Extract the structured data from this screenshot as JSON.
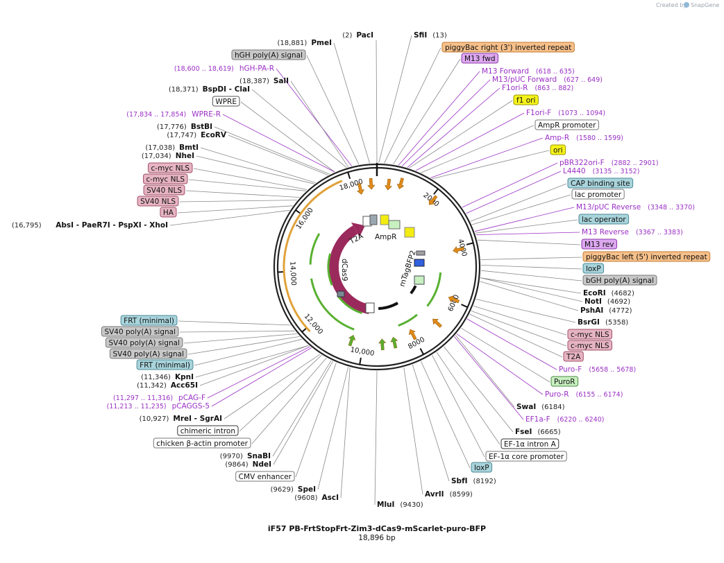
{
  "watermark": {
    "prefix": "Created by",
    "brand": "SnapGene",
    "icon": "snapgene-logo-icon"
  },
  "plasmid": {
    "name": "iF57 PB-FrtStopFrt-Zim3-dCas9-mScarlet-puro-BFP",
    "length_label": "18,896 bp"
  },
  "colors": {
    "enzyme": "#111111",
    "primer": "#9a2fc4",
    "backbone": "#222222",
    "leader": "#888888"
  },
  "ruler_ticks": [
    "2000",
    "4000",
    "6000",
    "8000",
    "10,000",
    "12,000",
    "14,000",
    "16,000",
    "18,000"
  ],
  "inner_labels": [
    "T2A",
    "AmpR",
    "dCas9",
    "mTagBFP2"
  ],
  "left_labels": [
    {
      "kind": "enzyme",
      "pos": "(18,881)",
      "name": "PmeI"
    },
    {
      "kind": "feature",
      "name": "hGH poly(A) signal",
      "fill": "#c8c8c8",
      "stroke": "#777777"
    },
    {
      "kind": "primer",
      "pos": "(18,600 .. 18,619)",
      "name": "hGH-PA-R"
    },
    {
      "kind": "enzyme",
      "pos": "(18,387)",
      "name": "SalI"
    },
    {
      "kind": "enzyme",
      "pos": "(18,371)",
      "name": "BspDI",
      "extra": "- ClaI"
    },
    {
      "kind": "feature",
      "name": "WPRE",
      "fill": "#ffffff",
      "stroke": "#555555"
    },
    {
      "kind": "primer",
      "pos": "(17,834 .. 17,854)",
      "name": "WPRE-R"
    },
    {
      "kind": "enzyme",
      "pos": "(17,776)",
      "name": "BstBI"
    },
    {
      "kind": "enzyme",
      "pos": "(17,747)",
      "name": "EcoRV"
    },
    {
      "kind": "enzyme",
      "pos": "(17,038)",
      "name": "BmtI"
    },
    {
      "kind": "enzyme",
      "pos": "(17,034)",
      "name": "NheI"
    },
    {
      "kind": "feature",
      "name": "c-myc NLS",
      "fill": "#e6b4c3",
      "stroke": "#a0506a"
    },
    {
      "kind": "feature",
      "name": "c-myc NLS",
      "fill": "#e6b4c3",
      "stroke": "#a0506a"
    },
    {
      "kind": "feature",
      "name": "SV40 NLS",
      "fill": "#e6b4c3",
      "stroke": "#a0506a"
    },
    {
      "kind": "feature",
      "name": "SV40 NLS",
      "fill": "#e6b4c3",
      "stroke": "#a0506a"
    },
    {
      "kind": "feature",
      "name": "HA",
      "fill": "#e6b4c3",
      "stroke": "#a0506a"
    },
    {
      "kind": "enzyme",
      "pos": "(16,795)",
      "name": "AbsI",
      "extra": "- PaeR7I   - PspXI   - XhoI"
    },
    {
      "kind": "feature",
      "name": "FRT (minimal)",
      "fill": "#a9d4dc",
      "stroke": "#4a8a96"
    },
    {
      "kind": "feature",
      "name": "SV40 poly(A) signal",
      "fill": "#c8c8c8",
      "stroke": "#777777"
    },
    {
      "kind": "feature",
      "name": "SV40 poly(A) signal",
      "fill": "#c8c8c8",
      "stroke": "#777777"
    },
    {
      "kind": "feature",
      "name": "SV40 poly(A) signal",
      "fill": "#c8c8c8",
      "stroke": "#777777"
    },
    {
      "kind": "feature",
      "name": "FRT (minimal)",
      "fill": "#a9d4dc",
      "stroke": "#4a8a96"
    },
    {
      "kind": "enzyme",
      "pos": "(11,346)",
      "name": "KpnI"
    },
    {
      "kind": "enzyme",
      "pos": "(11,342)",
      "name": "Acc65I"
    },
    {
      "kind": "primer",
      "pos": "(11,297 .. 11,316)",
      "name": "pCAG-F"
    },
    {
      "kind": "primer",
      "pos": "(11,213 .. 11,235)",
      "name": "pCAGGS-5"
    },
    {
      "kind": "enzyme",
      "pos": "(10,927)",
      "name": "MreI",
      "extra": "- SgrAI"
    },
    {
      "kind": "feature",
      "name": "chimeric intron",
      "fill": "#ffffff",
      "stroke": "#333333"
    },
    {
      "kind": "feature",
      "name": "chicken β-actin promoter",
      "fill": "#ffffff",
      "stroke": "#777777"
    },
    {
      "kind": "enzyme",
      "pos": "(9970)",
      "name": "SnaBI"
    },
    {
      "kind": "enzyme",
      "pos": "(9864)",
      "name": "NdeI"
    },
    {
      "kind": "feature",
      "name": "CMV enhancer",
      "fill": "#ffffff",
      "stroke": "#777777"
    },
    {
      "kind": "enzyme",
      "pos": "(9629)",
      "name": "SpeI"
    },
    {
      "kind": "enzyme",
      "pos": "(9608)",
      "name": "AscI"
    }
  ],
  "right_labels": [
    {
      "kind": "enzyme",
      "name": "SfiI",
      "pos": "(13)"
    },
    {
      "kind": "feature",
      "name": "piggyBac right (3') inverted repeat",
      "fill": "#f7c08a",
      "stroke": "#c07a30"
    },
    {
      "kind": "feature",
      "name": "M13 fwd",
      "fill": "#dda8f0",
      "stroke": "#8a3aa8"
    },
    {
      "kind": "primer",
      "name": "M13 Forward",
      "pos": "(618 .. 635)"
    },
    {
      "kind": "primer",
      "name": "M13/pUC Forward",
      "pos": "(627 .. 649)"
    },
    {
      "kind": "primer",
      "name": "F1ori-R",
      "pos": "(863 .. 882)"
    },
    {
      "kind": "feature",
      "name": "f1 ori",
      "fill": "#f5f21a",
      "stroke": "#9a9800"
    },
    {
      "kind": "primer",
      "name": "F1ori-F",
      "pos": "(1073 .. 1094)"
    },
    {
      "kind": "feature",
      "name": "AmpR promoter",
      "fill": "#ffffff",
      "stroke": "#777777"
    },
    {
      "kind": "primer",
      "name": "Amp-R",
      "pos": "(1580 .. 1599)"
    },
    {
      "kind": "feature",
      "name": "ori",
      "fill": "#f5f21a",
      "stroke": "#9a9800"
    },
    {
      "kind": "primer",
      "name": "pBR322ori-F",
      "pos": "(2882 .. 2901)"
    },
    {
      "kind": "primer",
      "name": "L4440",
      "pos": "(3135 .. 3152)"
    },
    {
      "kind": "feature",
      "name": "CAP binding site",
      "fill": "#a9d4dc",
      "stroke": "#4a8a96"
    },
    {
      "kind": "feature",
      "name": "lac promoter",
      "fill": "#ffffff",
      "stroke": "#777777"
    },
    {
      "kind": "primer",
      "name": "M13/pUC Reverse",
      "pos": "(3348 .. 3370)"
    },
    {
      "kind": "feature",
      "name": "lac operator",
      "fill": "#a9d4dc",
      "stroke": "#4a8a96"
    },
    {
      "kind": "primer",
      "name": "M13 Reverse",
      "pos": "(3367 .. 3383)"
    },
    {
      "kind": "feature",
      "name": "M13 rev",
      "fill": "#dda8f0",
      "stroke": "#8a3aa8"
    },
    {
      "kind": "feature",
      "name": "piggyBac left (5') inverted repeat",
      "fill": "#f7c08a",
      "stroke": "#c07a30"
    },
    {
      "kind": "feature",
      "name": "loxP",
      "fill": "#a9d4dc",
      "stroke": "#4a8a96"
    },
    {
      "kind": "feature",
      "name": "bGH poly(A) signal",
      "fill": "#c8c8c8",
      "stroke": "#777777"
    },
    {
      "kind": "enzyme",
      "name": "EcoRI",
      "pos": "(4682)"
    },
    {
      "kind": "enzyme",
      "name": "NotI",
      "pos": "(4692)"
    },
    {
      "kind": "enzyme",
      "name": "PshAI",
      "pos": "(4772)"
    },
    {
      "kind": "enzyme",
      "name": "BsrGI",
      "pos": "(5358)"
    },
    {
      "kind": "feature",
      "name": "c-myc NLS",
      "fill": "#e6b4c3",
      "stroke": "#a0506a"
    },
    {
      "kind": "feature",
      "name": "c-myc NLS",
      "fill": "#e6b4c3",
      "stroke": "#a0506a"
    },
    {
      "kind": "feature",
      "name": "T2A",
      "fill": "#e6b4c3",
      "stroke": "#a0506a"
    },
    {
      "kind": "primer",
      "name": "Puro-F",
      "pos": "(5658 .. 5678)"
    },
    {
      "kind": "feature",
      "name": "PuroR",
      "fill": "#c8f0c0",
      "stroke": "#4a8a40"
    },
    {
      "kind": "primer",
      "name": "Puro-R",
      "pos": "(6155 .. 6174)"
    },
    {
      "kind": "enzyme",
      "name": "SwaI",
      "pos": "(6184)"
    },
    {
      "kind": "primer",
      "name": "EF1a-F",
      "pos": "(6220 .. 6240)"
    },
    {
      "kind": "enzyme",
      "name": "FseI",
      "pos": "(6665)"
    },
    {
      "kind": "feature",
      "name": "EF-1α intron A",
      "fill": "#ffffff",
      "stroke": "#333333"
    },
    {
      "kind": "feature",
      "name": "EF-1α core promoter",
      "fill": "#ffffff",
      "stroke": "#777777"
    },
    {
      "kind": "feature",
      "name": "loxP",
      "fill": "#a9d4dc",
      "stroke": "#4a8a96"
    },
    {
      "kind": "enzyme",
      "name": "SbfI",
      "pos": "(8192)"
    },
    {
      "kind": "enzyme",
      "name": "AvrII",
      "pos": "(8599)"
    },
    {
      "kind": "enzyme",
      "name": "MluI",
      "pos": "(9430)"
    }
  ],
  "top_labels": [
    {
      "kind": "enzyme",
      "pos": "(2)",
      "name": "PacI"
    }
  ]
}
